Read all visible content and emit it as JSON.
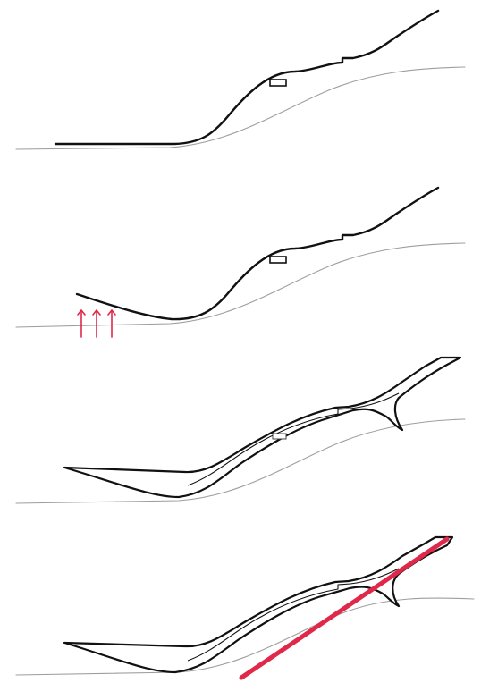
{
  "caption": "",
  "colors": {
    "ink": "#111111",
    "ground": "#9e9e9e",
    "accent": "#e0284a",
    "background": "#ffffff"
  },
  "panels": [
    {
      "id": "stage-1",
      "elements": [
        "ground-line",
        "terrain-line",
        "marker"
      ]
    },
    {
      "id": "stage-2",
      "elements": [
        "ground-line",
        "terrain-line",
        "marker",
        "lift-arrows"
      ]
    },
    {
      "id": "stage-3",
      "elements": [
        "ground-line",
        "folded-form",
        "marker"
      ]
    },
    {
      "id": "stage-4",
      "elements": [
        "ground-line",
        "folded-form",
        "accent-beam"
      ]
    }
  ],
  "lift_arrow_count": 3
}
